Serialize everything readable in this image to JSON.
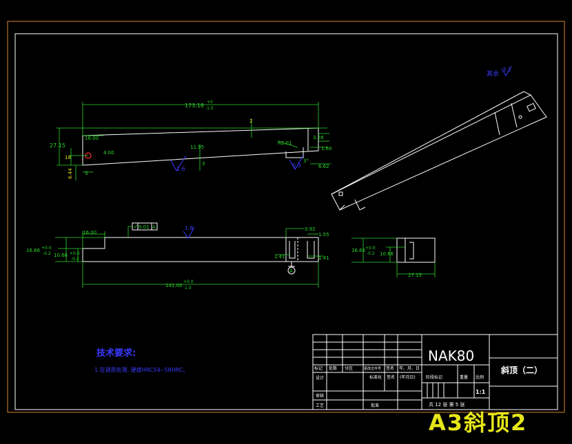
{
  "drawing": {
    "dimensions": {
      "top_length": "173.18",
      "top_length_tol_upper": "+0",
      "top_length_tol_lower": "-1.0",
      "left_height": "27.15",
      "d_16_00_top": "16.00",
      "d_4_00": "4.00",
      "d_18": "18",
      "d_3": "3",
      "d_6_44": "6.44",
      "d_11_95": "11.95",
      "d_r2_01": "R2.01",
      "d_3_28": "3.28",
      "d_1_60": "1.60",
      "d_6_62": "6.62",
      "d_2": "2",
      "d_3_0": "3",
      "d_angle": "3°",
      "rough_1_6_a": "1.6",
      "rough_6_3": "6.3",
      "d_16_00_front": "16.00",
      "d_16_66_left": "16.66",
      "tol_p0": "+0.0",
      "tol_m02": "-0.2",
      "d_10_66_left": "10.66",
      "flatness_val": "0.01",
      "flatness_ref": "A",
      "rough_1_6_b": "1.6",
      "d_3_92": "3.92",
      "d_1_55": "1.55",
      "d_1_41_a": "1.41",
      "d_1_41_b": "1.41",
      "datum_a": "A",
      "front_length": "141.00",
      "front_len_tol_upper": "+0.0",
      "front_len_tol_lower": "-1.0",
      "d_16_66_side": "16.66",
      "d_10_66_side": "10.66",
      "d_27_15_side": "27.15",
      "rough_all_label": "其余",
      "rough_all_val": "3.2"
    },
    "tech_req": {
      "title": "技术要求:",
      "line1": "1.在调质处理, 硬度HRC54--58HRC。"
    },
    "title_block": {
      "material": "NAK80",
      "part_name": "斜顶（二）",
      "scale": "1:1",
      "sheet_info": "共 12 张  第 5 张",
      "row_labels": [
        "标记",
        "处数",
        "分区",
        "更改文件号",
        "签名",
        "年、月、日"
      ],
      "c_design": "设计",
      "c_std": "标准化",
      "c_sign": "签名",
      "c_date": "(年月日)",
      "c_stage": "阶段标记",
      "c_weight": "重量",
      "c_scale": "比例",
      "c_review": "审核",
      "c_craft": "工艺",
      "c_approve": "批准"
    },
    "banner": "A3斜顶2"
  }
}
